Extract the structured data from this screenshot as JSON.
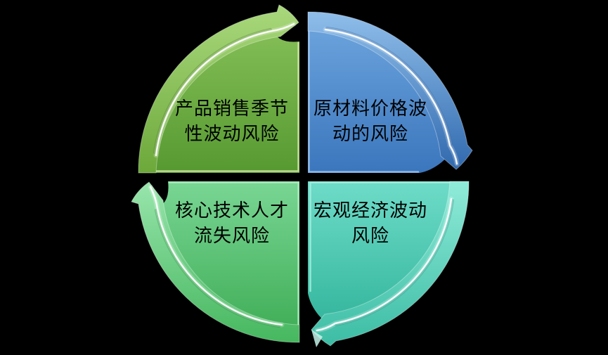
{
  "diagram": {
    "type": "segmented-cycle",
    "direction": "clockwise",
    "background_color": "#000000",
    "text_color": "#000000",
    "quadrants": [
      {
        "position": "top-left",
        "label": "产品销售季节\n性波动风险",
        "arrow_direction": "right",
        "body_color_top": "#87C159",
        "body_color_bottom": "#579931",
        "arrow_color_top": "#A9D87C",
        "arrow_color_bottom": "#6CA83A",
        "edge_highlight": "#CFE8A6",
        "groove_color": "#4A7F26"
      },
      {
        "position": "top-right",
        "label": "原材料价格波\n动的风险",
        "arrow_direction": "down",
        "body_color_top": "#6FA7DF",
        "body_color_bottom": "#3B76BD",
        "arrow_color_top": "#8FBEEA",
        "arrow_color_bottom": "#3069AE",
        "edge_highlight": "#9FC6ED",
        "groove_color": "#2B5E9E"
      },
      {
        "position": "bottom-left",
        "label": "核心技术人才\n流失风险",
        "arrow_direction": "up",
        "body_color_top": "#79D694",
        "body_color_bottom": "#3CAB53",
        "arrow_color_top": "#98E5AC",
        "arrow_color_bottom": "#46B75F",
        "edge_highlight": "#AEEDC0",
        "groove_color": "#2F9147"
      },
      {
        "position": "bottom-right",
        "label": "宏观经济波动\n风险",
        "arrow_direction": "left",
        "body_color_top": "#6EDCC8",
        "body_color_bottom": "#2FB299",
        "arrow_color_top": "#90EBD9",
        "arrow_color_bottom": "#3CBCA4",
        "edge_highlight": "#A5EFDF",
        "groove_color": "#238F7C",
        "facet_color": "#C4F4EA"
      }
    ]
  }
}
